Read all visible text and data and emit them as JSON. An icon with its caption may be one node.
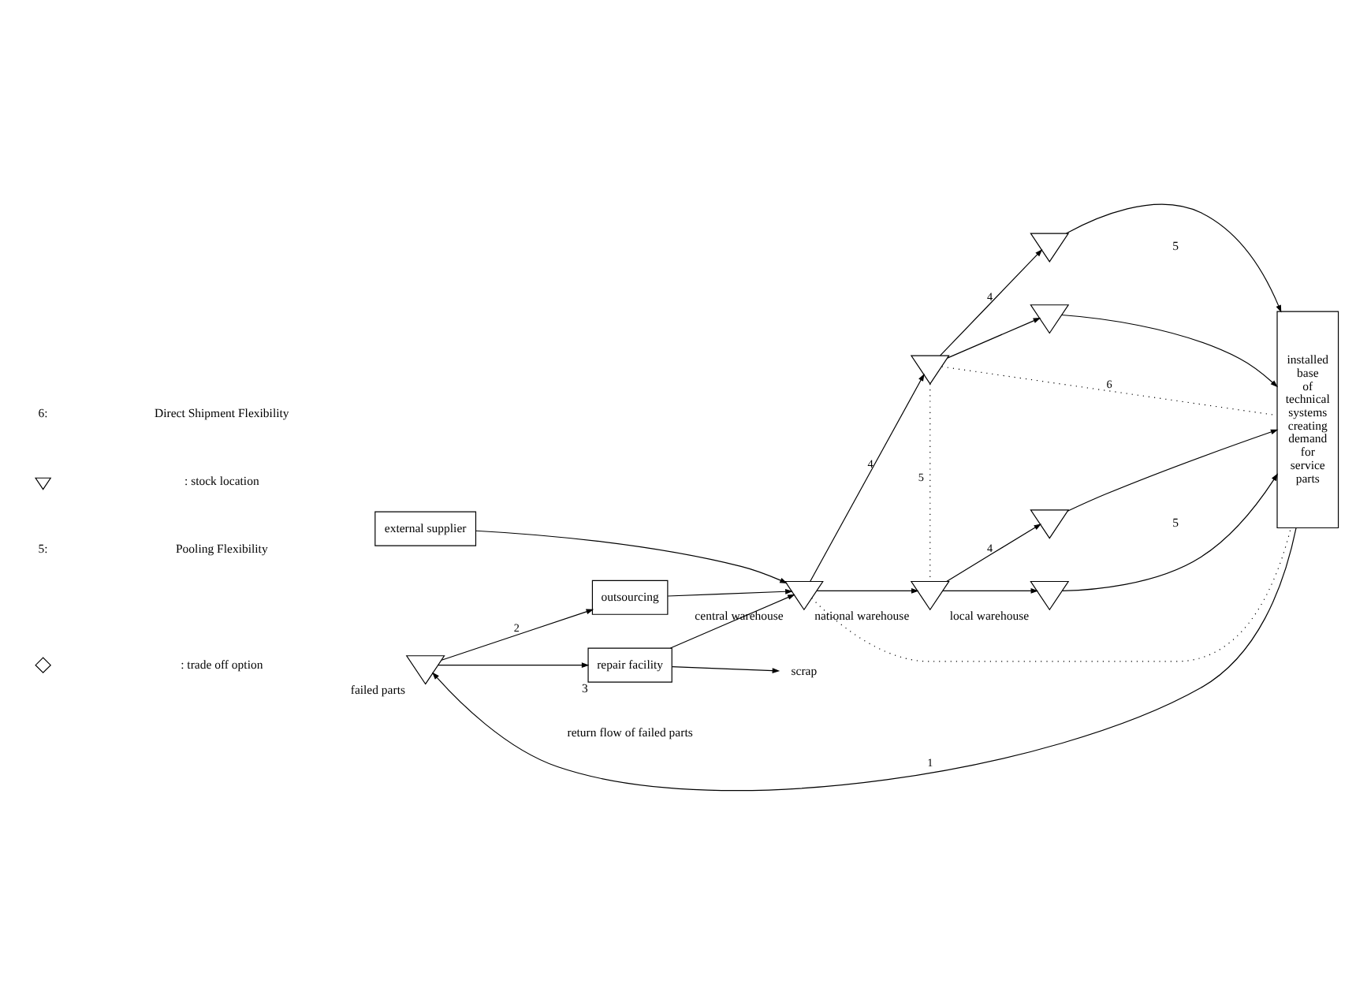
{
  "diagram": {
    "nodes": [
      {
        "text": [
          "failed parts"
        ]
      },
      {
        "text": [
          "outsourcing"
        ]
      },
      {
        "text": [
          "repair facility"
        ],
        "beside": [
          "3"
        ]
      },
      {
        "text": [
          "scrap"
        ]
      },
      {
        "text": [
          "external supplier"
        ]
      },
      {
        "text": [
          "central warehouse"
        ]
      },
      {
        "text": [],
        "shape": "triangle"
      },
      {
        "text": [
          "national warehouse"
        ]
      },
      {
        "text": [],
        "shape": "triangle"
      },
      {
        "text": [],
        "shape": "triangle"
      },
      {
        "text": [],
        "shape": "triangle"
      },
      {
        "text": [
          "local warehouse"
        ]
      },
      {
        "text": [
          "installed base of technical systems creating demand for service parts"
        ]
      }
    ],
    "edges": [
      {
        "from": 0,
        "to": 1,
        "arrow": "to",
        "label": "2"
      },
      {
        "from": 0,
        "to": 2,
        "arrow": "to"
      },
      {
        "from": 1,
        "to": 5,
        "arrow": "to"
      },
      {
        "from": 2,
        "to": 5,
        "arrow": "to"
      },
      {
        "from": 2,
        "to": 3,
        "arrow": "to"
      },
      {
        "from": 4,
        "to": 5,
        "arrow": "to"
      },
      {
        "from": 5,
        "to": 6,
        "arrow": "to",
        "label": "4"
      },
      {
        "from": 5,
        "to": 7,
        "arrow": "to"
      },
      {
        "from": 6,
        "to": 8,
        "arrow": "to",
        "label": "4"
      },
      {
        "from": 6,
        "to": 9,
        "arrow": "to"
      },
      {
        "from": 7,
        "to": 10,
        "arrow": "to",
        "label": "4"
      },
      {
        "from": 7,
        "to": 11,
        "arrow": "to"
      },
      {
        "from": 8,
        "to": 12,
        "arrow": "to"
      },
      {
        "from": 9,
        "to": 12,
        "arrow": "to"
      },
      {
        "from": 10,
        "to": 12,
        "arrow": "to"
      },
      {
        "from": 11,
        "to": 12,
        "arrow": "to"
      },
      {
        "from": 5,
        "to": 12,
        "arrow": "none",
        "style": "dashed"
      },
      {
        "from": 6,
        "to": 12,
        "arrow": "none",
        "style": "dashed",
        "label": "6"
      },
      {
        "from": 6,
        "to": 7,
        "arrow": "none",
        "style": "dashed",
        "label": "5"
      },
      {
        "from": 12,
        "to": 0,
        "arrow": "to",
        "label": "1"
      }
    ],
    "labels": [
      "5:",
      "Pooling Flexibility",
      "6:",
      "Direct Shipment Flexibility",
      "5",
      "5",
      "return flow of failed parts"
    ],
    "legend": [
      {
        "text": ": stock location"
      },
      {
        "text": ": trade off option"
      }
    ]
  }
}
